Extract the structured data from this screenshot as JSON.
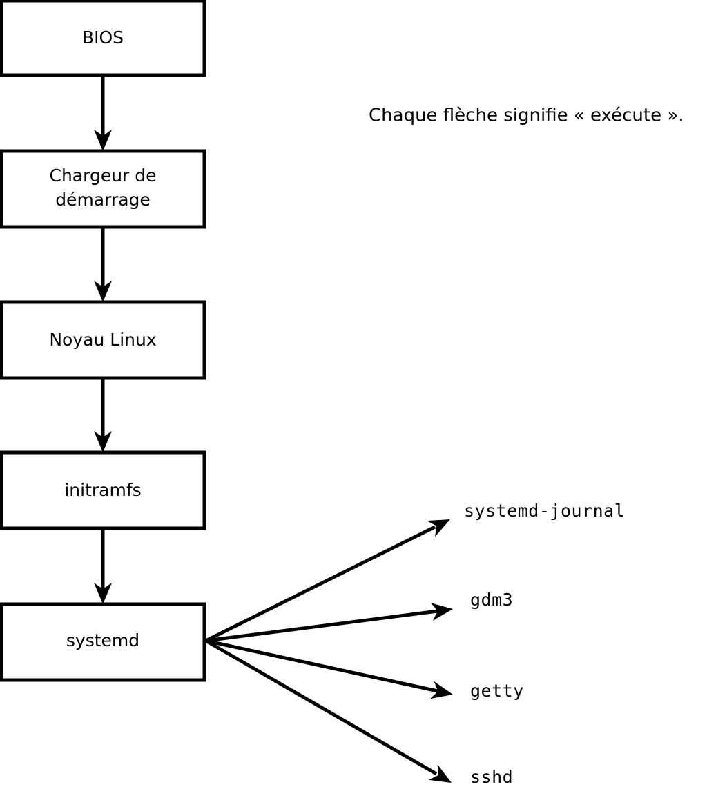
{
  "diagram": {
    "title_caption": "Chaque flèche signifie « exécute ».",
    "boot_chain": [
      {
        "id": "bios",
        "label": "BIOS",
        "label_line1": "BIOS",
        "label_line2": ""
      },
      {
        "id": "bootloader",
        "label": "Chargeur de démarrage",
        "label_line1": "Chargeur de",
        "label_line2": "démarrage"
      },
      {
        "id": "kernel",
        "label": "Noyau Linux",
        "label_line1": "Noyau Linux",
        "label_line2": ""
      },
      {
        "id": "initramfs",
        "label": "initramfs",
        "label_line1": "initramfs",
        "label_line2": ""
      },
      {
        "id": "systemd",
        "label": "systemd",
        "label_line1": "systemd",
        "label_line2": ""
      }
    ],
    "services": [
      {
        "id": "systemd-journal",
        "label": "systemd-journal"
      },
      {
        "id": "gdm3",
        "label": "gdm3"
      },
      {
        "id": "getty",
        "label": "getty"
      },
      {
        "id": "sshd",
        "label": "sshd"
      }
    ],
    "colors": {
      "stroke": "#000000",
      "fill": "#ffffff",
      "background": "#ffffff"
    }
  }
}
